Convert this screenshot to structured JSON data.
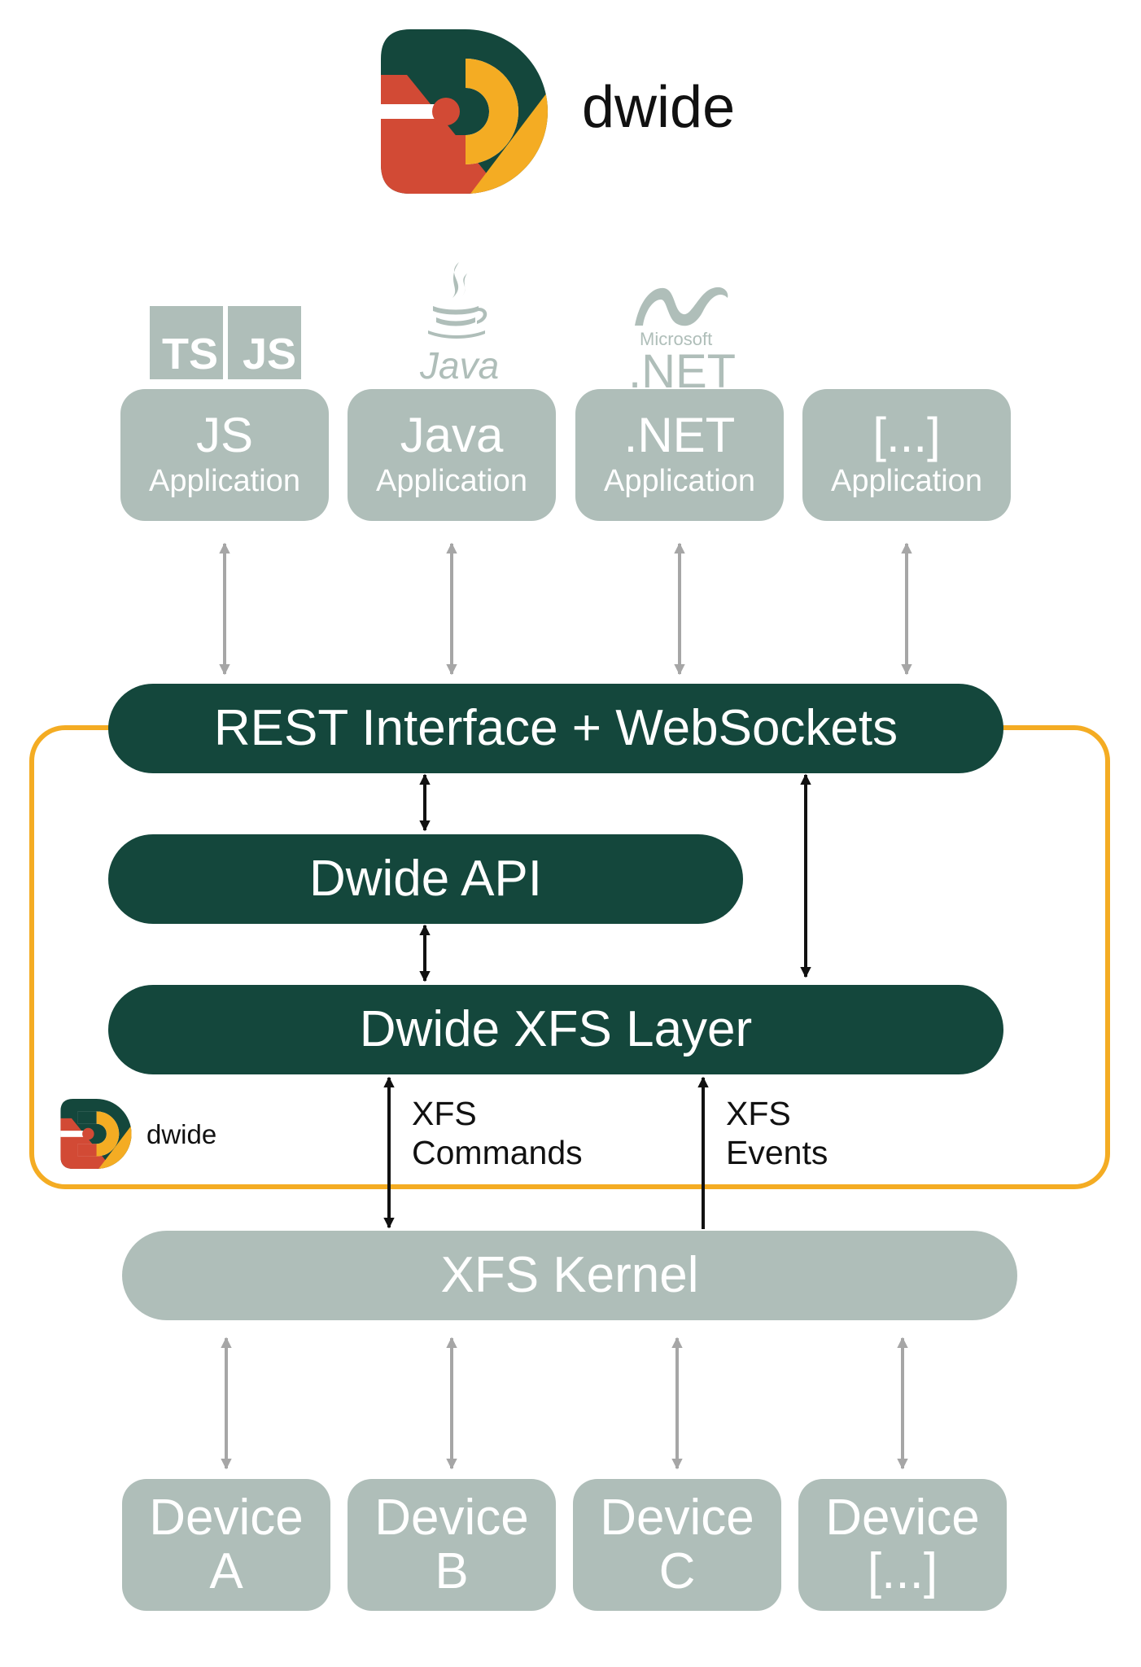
{
  "logo": {
    "brand": "dwide"
  },
  "tech_logos": {
    "ts": "TS",
    "js": "JS",
    "java": "Java",
    "microsoft": "Microsoft",
    "net": ".NET"
  },
  "applications": [
    {
      "title": "JS",
      "subtitle": "Application"
    },
    {
      "title": "Java",
      "subtitle": "Application"
    },
    {
      "title": ".NET",
      "subtitle": "Application"
    },
    {
      "title": "[...]",
      "subtitle": "Application"
    }
  ],
  "layers": {
    "rest": "REST Interface + WebSockets",
    "api": "Dwide API",
    "xfs_layer": "Dwide XFS Layer",
    "kernel": "XFS Kernel"
  },
  "container": {
    "brand": "dwide"
  },
  "arrow_labels": {
    "commands": [
      "XFS",
      "Commands"
    ],
    "events": [
      "XFS",
      "Events"
    ]
  },
  "devices": [
    {
      "line1": "Device",
      "line2": "A"
    },
    {
      "line1": "Device",
      "line2": "B"
    },
    {
      "line1": "Device",
      "line2": "C"
    },
    {
      "line1": "Device",
      "line2": "[...]"
    }
  ],
  "colors": {
    "dark_green": "#14473c",
    "gray": "#afbeb9",
    "orange": "#f4ac23",
    "red": "#d24a35"
  }
}
